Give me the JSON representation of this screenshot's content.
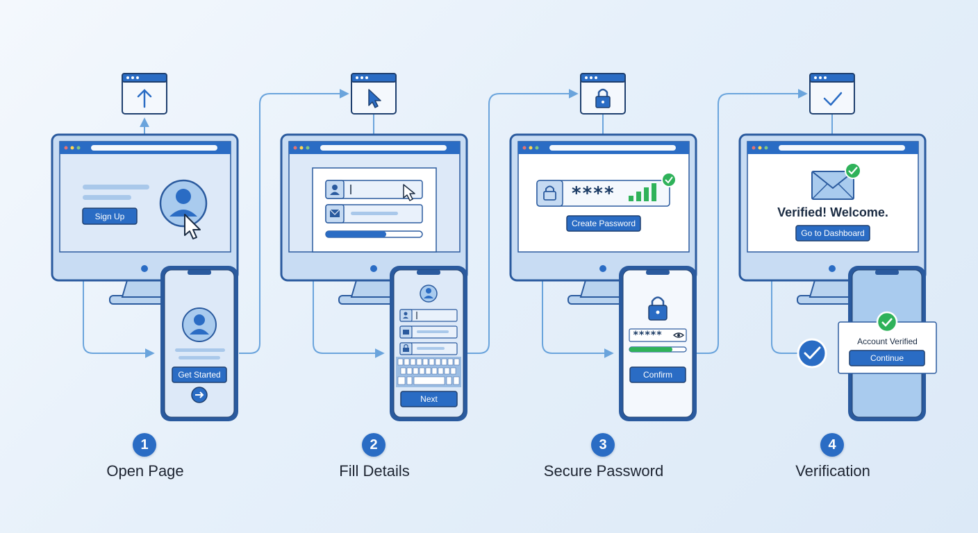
{
  "steps": [
    {
      "number": "1",
      "title": "Open Page",
      "top_icon": "upload-arrow-icon",
      "desktop_button": "Sign Up",
      "phone_button": "Get Started",
      "phone_icon": "arrow-right-icon"
    },
    {
      "number": "2",
      "title": "Fill Details",
      "top_icon": "cursor-icon",
      "phone_button": "Next",
      "form_fields": [
        "user-icon",
        "mail-icon",
        "lock-icon"
      ]
    },
    {
      "number": "3",
      "title": "Secure Password",
      "top_icon": "lock-icon",
      "desktop_password_mask": "****",
      "desktop_button": "Create Password",
      "phone_password_mask": "*****",
      "phone_button": "Confirm"
    },
    {
      "number": "4",
      "title": "Verification",
      "top_icon": "checkmark-icon",
      "desktop_headline": "Verified! Welcome.",
      "desktop_button": "Go to Dashboard",
      "popup_text": "Account Verified",
      "popup_button": "Continue"
    }
  ],
  "colors": {
    "frame": "#2a5a9e",
    "accent": "#2a6cc4",
    "screen": "#dde9f8",
    "success": "#2fb25a",
    "connector": "#6aa4dc"
  }
}
